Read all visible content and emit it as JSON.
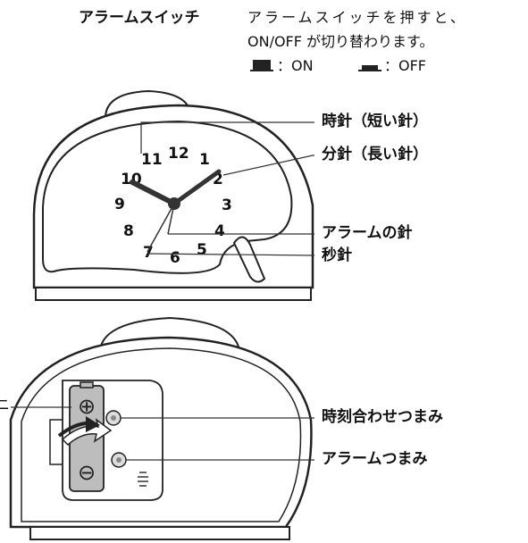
{
  "labels": {
    "alarm_switch": "アラームスイッチ",
    "switch_note_line1": "アラームスイッチを押すと、",
    "switch_note_line2": "ON/OFF が切り替わります。",
    "on_label": "：ON",
    "off_label": "：OFF",
    "hour_hand": "時針（短い針）",
    "minute_hand": "分針（長い針）",
    "alarm_hand": "アラームの針",
    "second_hand": "秒針",
    "time_knob": "時刻合わせつまみ",
    "alarm_knob": "アラームつまみ",
    "battery_cut": "ニ"
  },
  "dial_numbers": [
    "12",
    "1",
    "2",
    "3",
    "4",
    "5",
    "6",
    "7",
    "8",
    "9",
    "10",
    "11"
  ],
  "battery_symbols": {
    "plus": "⊕",
    "minus": "⊖"
  }
}
